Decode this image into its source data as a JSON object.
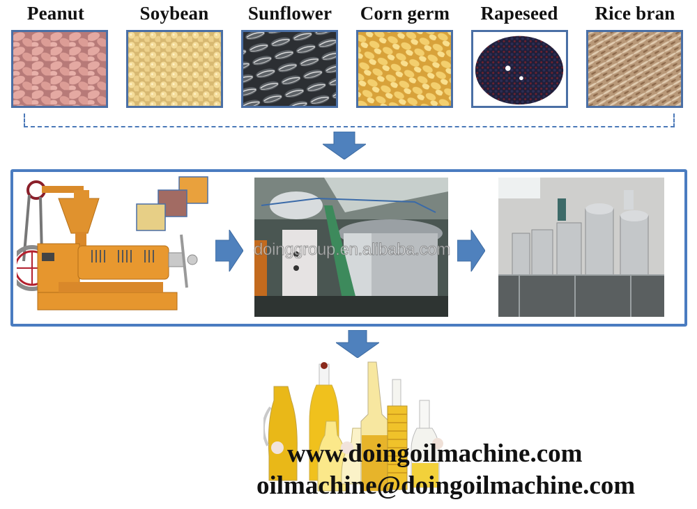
{
  "raw_materials": [
    {
      "label": "Peanut",
      "image": "peanut-kernels-photo"
    },
    {
      "label": "Soybean",
      "image": "soybean-photo"
    },
    {
      "label": "Sunflower",
      "image": "sunflower-seeds-photo"
    },
    {
      "label": "Corn germ",
      "image": "corn-germ-photo"
    },
    {
      "label": "Rapeseed",
      "image": "rapeseed-photo"
    },
    {
      "label": "Rice bran",
      "image": "rice-bran-photo"
    }
  ],
  "process": {
    "steps": [
      {
        "name": "oil-press-machine",
        "image": "screw-oil-press-photo"
      },
      {
        "name": "solvent-extraction-plant",
        "image": "extraction-plant-photo"
      },
      {
        "name": "oil-refinery-plant",
        "image": "refinery-tanks-photo"
      }
    ],
    "watermark": "doinggroup.en.alibaba.com"
  },
  "output": {
    "image": "edible-oil-bottles-photo"
  },
  "contact": {
    "website": "www.doingoilmachine.com",
    "email": "oilmachine@doingoilmachine.com"
  },
  "colors": {
    "frame_blue": "#4a7cc0",
    "arrow_blue": "#4f81bd",
    "image_border": "#4a6fa5"
  }
}
